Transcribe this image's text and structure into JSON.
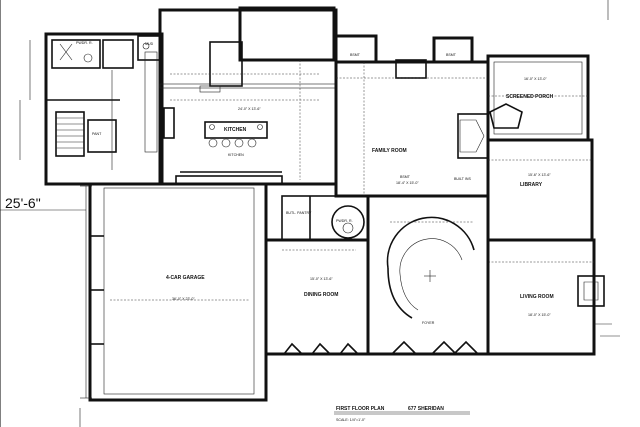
{
  "plan": {
    "title": "FIRST FLOOR PLAN",
    "project": "677 SHERIDAN",
    "scale": "SCALE: 1/4\"=1'-0\"",
    "overall_dimension": "25'-6\""
  },
  "rooms": {
    "kitchen": "KITCHEN",
    "kitchen2": "KITCHEN",
    "family_room": "FAMILY ROOM",
    "screened_porch": "SCREENED PORCH",
    "library": "LIBRARY",
    "living_room": "LIVING ROOM",
    "dining_room": "DINING ROOM",
    "garage": "4-CAR GARAGE",
    "foyer": "FOYER",
    "powder": "PWDR. R.",
    "powder2": "PWDR. R.",
    "pantry": "PANT",
    "butler_pantry": "BUTL. PANTRY",
    "built_ins": "BUILT INS",
    "mudroom": "MUD"
  },
  "dimensions": {
    "family_room": "18'-4\" X 15'-0\"",
    "library": "15'-6\" X 13'-6\"",
    "living_room": "18'-0\" X 15'-0\"",
    "dining_room": "15'-0\" X 13'-6\"",
    "garage": "36'-0\" X 23'-0\"",
    "porch": "16'-0\" X 13'-0\"",
    "kitchen": "24'-0\" X 13'-6\""
  },
  "markers": {
    "bsmt1": "BSMT",
    "bsmt2": "BSMT",
    "bsmt3": "BSMT"
  }
}
